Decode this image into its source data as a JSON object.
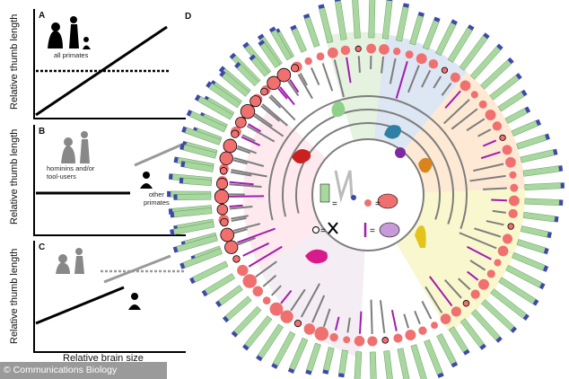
{
  "panels": {
    "a": {
      "letter": "A",
      "ylabel": "Relative thumb length",
      "note": "all primates"
    },
    "b": {
      "letter": "B",
      "ylabel": "Relative thumb length",
      "note_hominins": "hominins and/or\ntool-users",
      "note_other": "other\nprimates"
    },
    "c": {
      "letter": "C",
      "ylabel": "Relative thumb length"
    },
    "d": {
      "letter": "D"
    }
  },
  "xlabel": "Relative brain size",
  "credit": "© Communications Biology",
  "legend": {
    "eq1": "=",
    "eq2": "=",
    "eq3": "=",
    "eq4": "="
  },
  "colors": {
    "bar_green": "#a8d8a0",
    "bar_blue": "#3e48a8",
    "brain_red": "#f07070",
    "branch_gray": "#7d7d7d",
    "branch_purple": "#a21caf",
    "tool_black": "#000000"
  }
}
